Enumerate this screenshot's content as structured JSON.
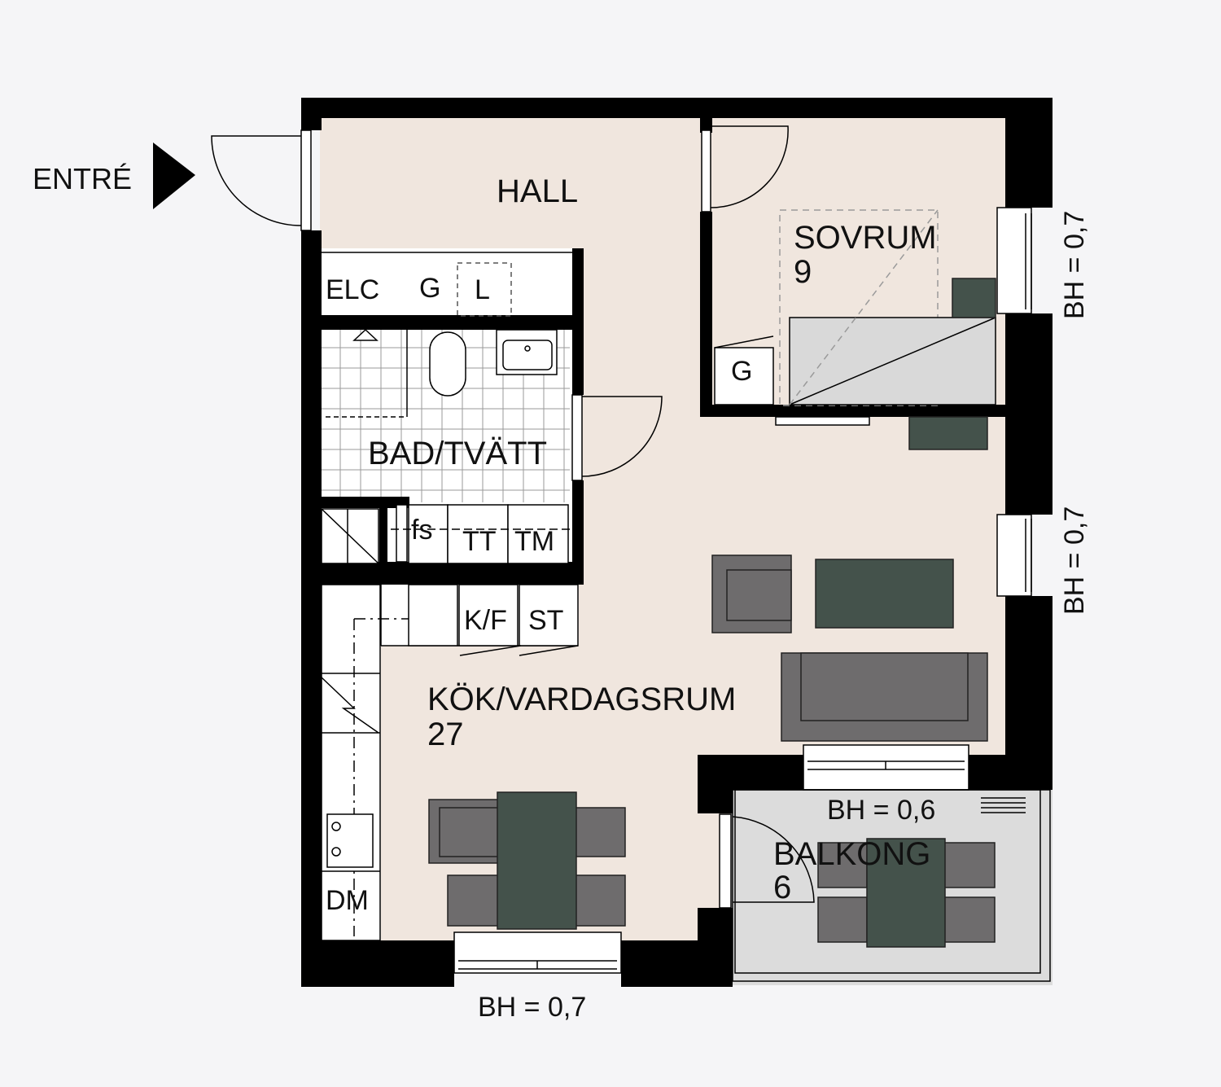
{
  "entrance_label": "ENTRÉ",
  "rooms": {
    "hall": "HALL",
    "sovrum": "SOVRUM",
    "sovrum_area": "9",
    "bad": "BAD/TVÄTT",
    "kok": "KÖK/VARDAGSRUM",
    "kok_area": "27",
    "balkong": "BALKONG",
    "balkong_area": "6"
  },
  "fixtures": {
    "elc": "ELC",
    "g_hall": "G",
    "l_hall": "L",
    "g_sovrum": "G",
    "fs": "fs",
    "tt": "TT",
    "tm": "TM",
    "kf": "K/F",
    "st": "ST",
    "dm": "DM"
  },
  "window_heights": {
    "sovrum": "BH = 0,7",
    "living_east": "BH = 0,7",
    "balcony_door": "BH = 0,6",
    "kitchen_south": "BH = 0,7"
  },
  "colors": {
    "floor": "#f0e6de",
    "wall": "#000000",
    "furniture_dark": "#44524b",
    "furniture_grey": "#6e6c6d",
    "balcony_floor": "#dcdcdc",
    "background": "#f5f5f7"
  }
}
